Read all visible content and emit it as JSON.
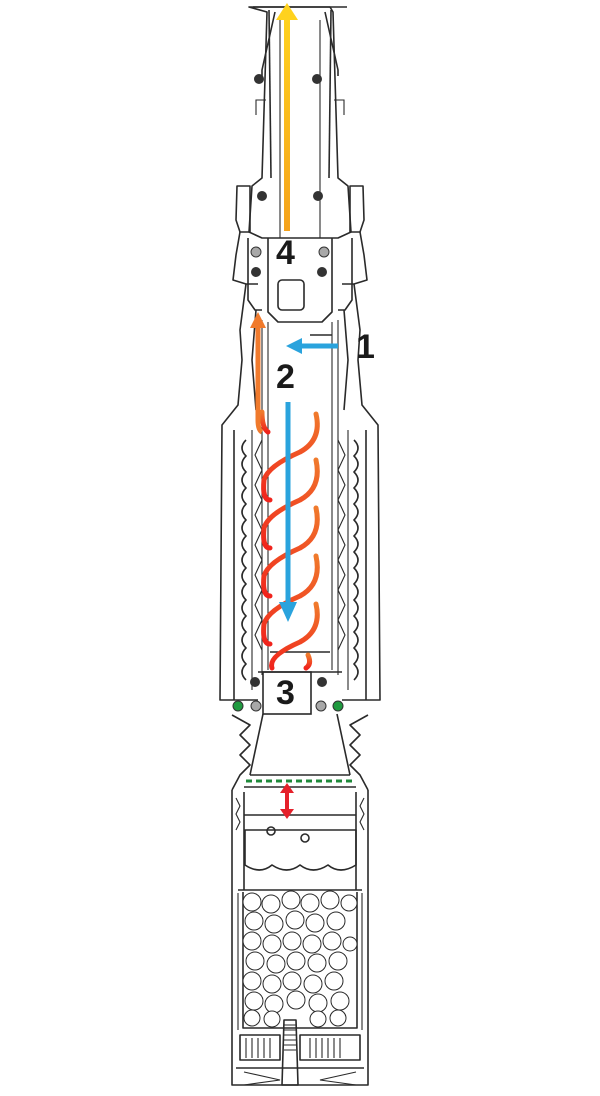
{
  "diagram": {
    "type": "cross-section device airflow diagram",
    "labels": [
      {
        "id": "1",
        "text": "1",
        "meaning": "air inlet"
      },
      {
        "id": "2",
        "text": "2",
        "meaning": "heating chamber"
      },
      {
        "id": "3",
        "text": "3",
        "meaning": "base chamber"
      },
      {
        "id": "4",
        "text": "4",
        "meaning": "mouthpiece outlet"
      }
    ],
    "arrows": [
      {
        "name": "inlet-arrow",
        "direction": "left",
        "color": "#2aa3dd"
      },
      {
        "name": "downflow-arrow",
        "direction": "down",
        "color": "#2aa3dd"
      },
      {
        "name": "upflow-arrow",
        "direction": "up",
        "color": "#f07a2c"
      },
      {
        "name": "outlet-arrow",
        "direction": "up",
        "color": "#fbb81b"
      },
      {
        "name": "adjust-arrow",
        "direction": "up-down",
        "color": "#e5202a"
      }
    ],
    "colors": {
      "line": "#2a2a2a",
      "cold_air": "#2aa3dd",
      "warm_air": "#f07a2c",
      "hot_coil": "#f0452a",
      "outlet": "#fbb81b",
      "seal_dark": "#333333",
      "seal_grey": "#a8a8a8",
      "seal_green": "#1f9a3f",
      "dashed_line": "#1f8a3a",
      "adjust": "#e5202a"
    }
  }
}
